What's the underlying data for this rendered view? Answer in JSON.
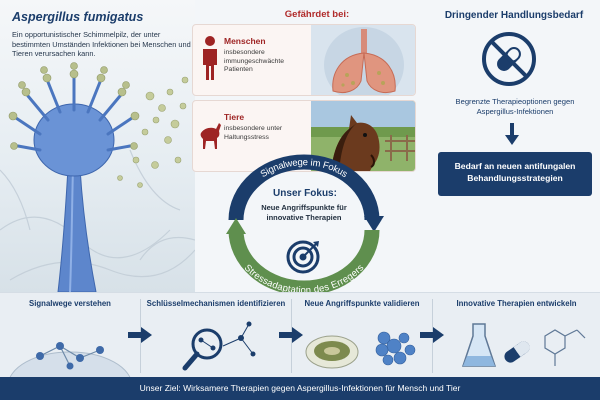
{
  "hero": {
    "title": "Aspergillus fumigatus",
    "description": "Ein opportunistischer Schimmelpilz, der unter bestimmten Umständen Infektionen bei Menschen und Tieren verursachen kann."
  },
  "endangered": {
    "title": "Gefährdet bei:",
    "humans": {
      "label": "Menschen",
      "sub": "insbesondere immungeschwächte Patienten",
      "icon": "person-icon"
    },
    "animals": {
      "label": "Tiere",
      "sub": "insbesondere unter Haltungsstress",
      "icon": "horse-icon"
    }
  },
  "urgent": {
    "title": "Dringender Handlungsbedarf",
    "icon": "no-medication-icon",
    "limited": "Begrenzte Therapieoptionen gegen Aspergillus-Infektionen",
    "need": "Bedarf an neuen antifungalen Behandlungsstrategien"
  },
  "cycle": {
    "top_label": "Signalwege im Fokus",
    "bottom_label": "Stressadaptation des Erregers",
    "focus_title": "Unser Fokus:",
    "focus_text": "Neue Angriffspunkte für innovative Therapien",
    "icon": "target-icon"
  },
  "steps": [
    {
      "title": "Signalwege verstehen"
    },
    {
      "title": "Schlüsselmechanismen identifizieren"
    },
    {
      "title": "Neue Angriffspunkte validieren"
    },
    {
      "title": "Innovative Therapien entwickeln"
    }
  ],
  "footer": "Unser Ziel: Wirksamere Therapien gegen Aspergillus-Infektionen für Mensch und Tier",
  "colors": {
    "navy": "#1b3d6b",
    "red": "#b02a2a",
    "green": "#5f8f4e",
    "fungus_blue": "#4a78c4"
  }
}
